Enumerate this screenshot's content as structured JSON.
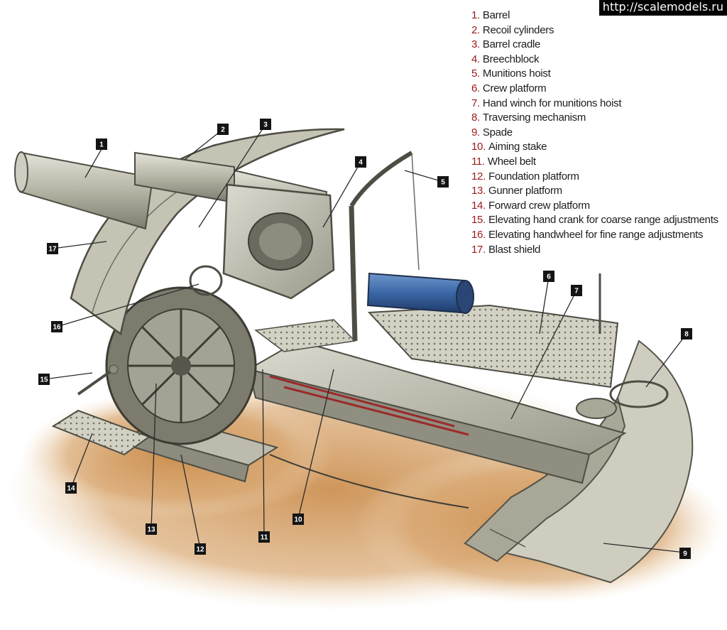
{
  "watermark": "http://scalemodels.ru",
  "legend": [
    {
      "num": "1.",
      "label": "Barrel"
    },
    {
      "num": "2.",
      "label": "Recoil cylinders"
    },
    {
      "num": "3.",
      "label": "Barrel cradle"
    },
    {
      "num": "4.",
      "label": "Breechblock"
    },
    {
      "num": "5.",
      "label": "Munitions hoist"
    },
    {
      "num": "6.",
      "label": "Crew platform"
    },
    {
      "num": "7.",
      "label": "Hand winch for munitions hoist"
    },
    {
      "num": "8.",
      "label": "Traversing mechanism"
    },
    {
      "num": "9.",
      "label": "Spade"
    },
    {
      "num": "10.",
      "label": "Aiming stake"
    },
    {
      "num": "11.",
      "label": "Wheel belt"
    },
    {
      "num": "12.",
      "label": "Foundation platform"
    },
    {
      "num": "13.",
      "label": "Gunner platform"
    },
    {
      "num": "14.",
      "label": "Forward crew platform"
    },
    {
      "num": "15.",
      "label": "Elevating hand crank for coarse range adjustments"
    },
    {
      "num": "16.",
      "label": "Elevating handwheel for fine range adjustments"
    },
    {
      "num": "17.",
      "label": "Blast shield"
    }
  ],
  "callouts": [
    "1",
    "2",
    "3",
    "4",
    "5",
    "6",
    "7",
    "8",
    "9",
    "10",
    "11",
    "12",
    "13",
    "14",
    "15",
    "16",
    "17"
  ],
  "colors": {
    "legend_number": "#9b1b1b",
    "callout_box": "#141414",
    "ground": "#c9935a",
    "steel": "#b9b7a8",
    "cylinder": "#3b67a6"
  }
}
